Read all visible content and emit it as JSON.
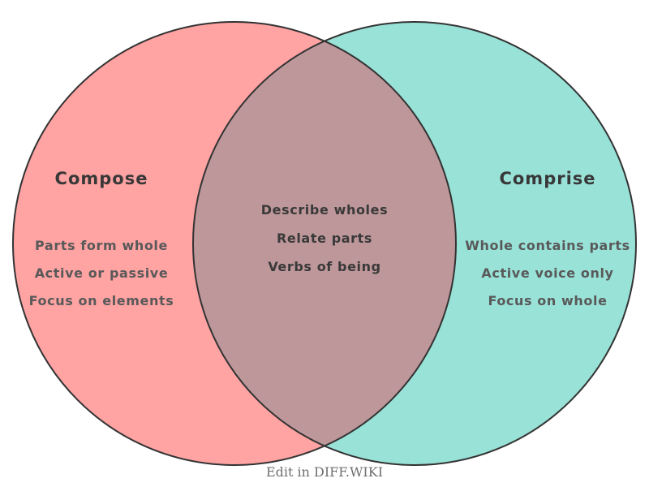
{
  "diagram": {
    "type": "venn",
    "outline_color": "#333333",
    "left": {
      "title": "Compose",
      "color": "#FFA3A3",
      "items": [
        "Parts form whole",
        "Active or passive",
        "Focus on elements"
      ]
    },
    "right": {
      "title": "Comprise",
      "color": "#99E2D8",
      "items": [
        "Whole contains parts",
        "Active voice only",
        "Focus on whole"
      ]
    },
    "intersection": {
      "color": "#BE979A",
      "items": [
        "Describe wholes",
        "Relate parts",
        "Verbs of being"
      ]
    },
    "caption": "Edit in DIFF.WIKI"
  }
}
